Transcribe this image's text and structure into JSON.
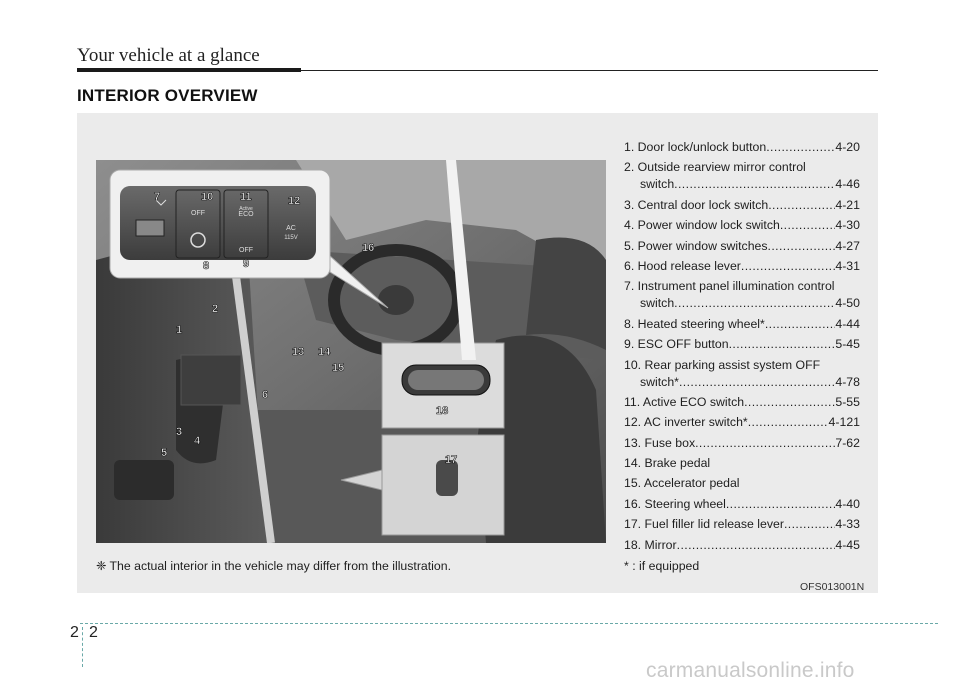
{
  "header": {
    "chapter_title": "Your vehicle at a glance"
  },
  "section": {
    "heading": "INTERIOR OVERVIEW"
  },
  "legend": [
    {
      "label": "1. Door lock/unlock button",
      "page": "4-20"
    },
    {
      "label": "2. Outside rearview mirror control",
      "label2": "switch",
      "page": "4-46"
    },
    {
      "label": "3. Central door lock switch",
      "page": "4-21"
    },
    {
      "label": "4. Power window lock switch",
      "page": "4-30"
    },
    {
      "label": "5. Power window switches",
      "page": "4-27"
    },
    {
      "label": "6. Hood release lever",
      "page": "4-31"
    },
    {
      "label": "7. Instrument panel illumination control",
      "label2": "switch",
      "page": "4-50"
    },
    {
      "label": "8. Heated steering wheel*",
      "page": "4-44"
    },
    {
      "label": "9. ESC OFF button",
      "page": "5-45"
    },
    {
      "label": "10. Rear parking assist system OFF",
      "label2": "switch*",
      "page": "4-78"
    },
    {
      "label": "11. Active ECO switch",
      "page": "5-55"
    },
    {
      "label": "12. AC inverter switch*",
      "page": "4-121"
    },
    {
      "label": "13. Fuse box",
      "page": "7-62"
    },
    {
      "label": "14. Brake pedal",
      "page": ""
    },
    {
      "label": "15. Accelerator pedal",
      "page": ""
    },
    {
      "label": "16. Steering wheel",
      "page": "4-40"
    },
    {
      "label": "17. Fuel filler lid release lever",
      "page": "4-33"
    },
    {
      "label": "18. Mirror",
      "page": "4-45"
    }
  ],
  "callouts": [
    "1",
    "2",
    "3",
    "4",
    "5",
    "6",
    "7",
    "8",
    "9",
    "10",
    "11",
    "12",
    "13",
    "14",
    "15",
    "16",
    "17",
    "18"
  ],
  "switch_panel_labels": {
    "p_off": "OFF",
    "eco": "ECO",
    "eco_top": "Active",
    "ac": "AC",
    "ac_v": "115V",
    "esc_off": "OFF"
  },
  "footnote": "❈ The actual interior in the vehicle may differ from the illustration.",
  "equipped_note": "* : if equipped",
  "image_code": "OFS013001N",
  "page_number": {
    "chapter": "2",
    "page": "2"
  },
  "watermark": "carmanualsonline.info"
}
